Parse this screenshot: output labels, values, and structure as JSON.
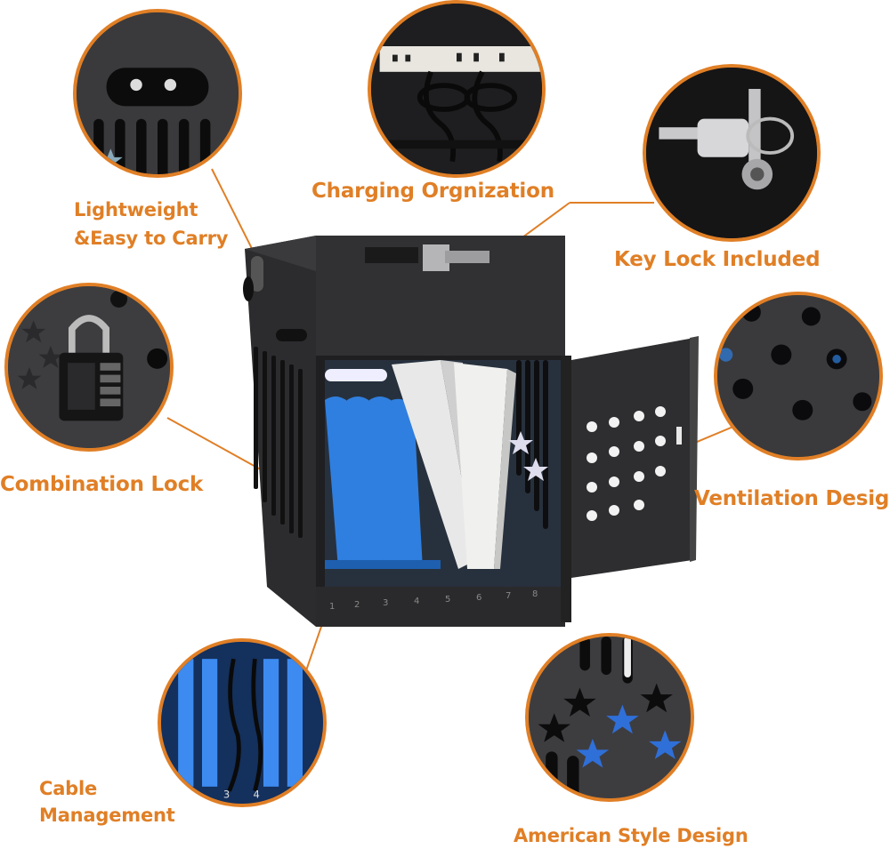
{
  "labels": {
    "charging": "Charging Orgnization",
    "key_lock": "Key Lock Included",
    "lightweight_line1": "Lightweight",
    "lightweight_line2": "&Easy to Carry",
    "combination": "Combination Lock",
    "ventilation": "Ventilation Design",
    "cable_line1": "Cable",
    "cable_line2": "Management",
    "american": "American Style Design"
  },
  "slot_numbers": [
    "1",
    "2",
    "3",
    "4",
    "5",
    "6",
    "7",
    "8"
  ],
  "cable_slot_numbers": [
    "3",
    "4"
  ],
  "colors": {
    "accent": "#e07f26",
    "cabinet": "#2f2f31",
    "blue": "#2f7fe0"
  }
}
